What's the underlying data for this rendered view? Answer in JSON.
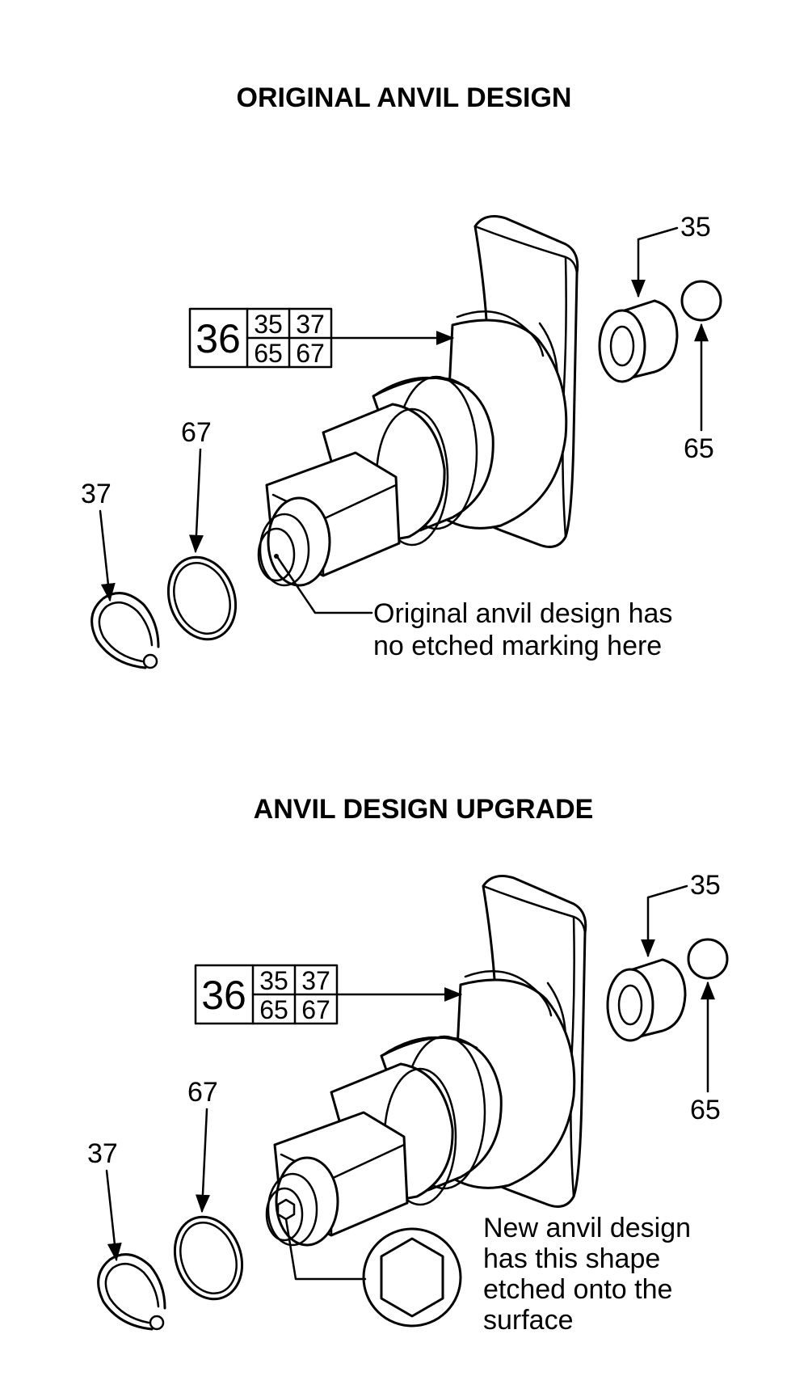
{
  "sections": [
    {
      "title": "ORIGINAL ANVIL DESIGN",
      "box_main": "36",
      "box_cells": [
        "35",
        "37",
        "65",
        "67"
      ],
      "callouts": {
        "c35": "35",
        "c65": "65",
        "c67": "67",
        "c37": "37"
      },
      "note_lines": [
        "Original anvil design has",
        "no etched marking here"
      ]
    },
    {
      "title": "ANVIL DESIGN UPGRADE",
      "box_main": "36",
      "box_cells": [
        "35",
        "37",
        "65",
        "67"
      ],
      "callouts": {
        "c35": "35",
        "c65": "65",
        "c67": "67",
        "c37": "37"
      },
      "note_lines": [
        "New anvil design",
        "has this shape",
        "etched onto the",
        "surface"
      ]
    }
  ],
  "colors": {
    "ink": "#000000",
    "background": "#ffffff"
  }
}
